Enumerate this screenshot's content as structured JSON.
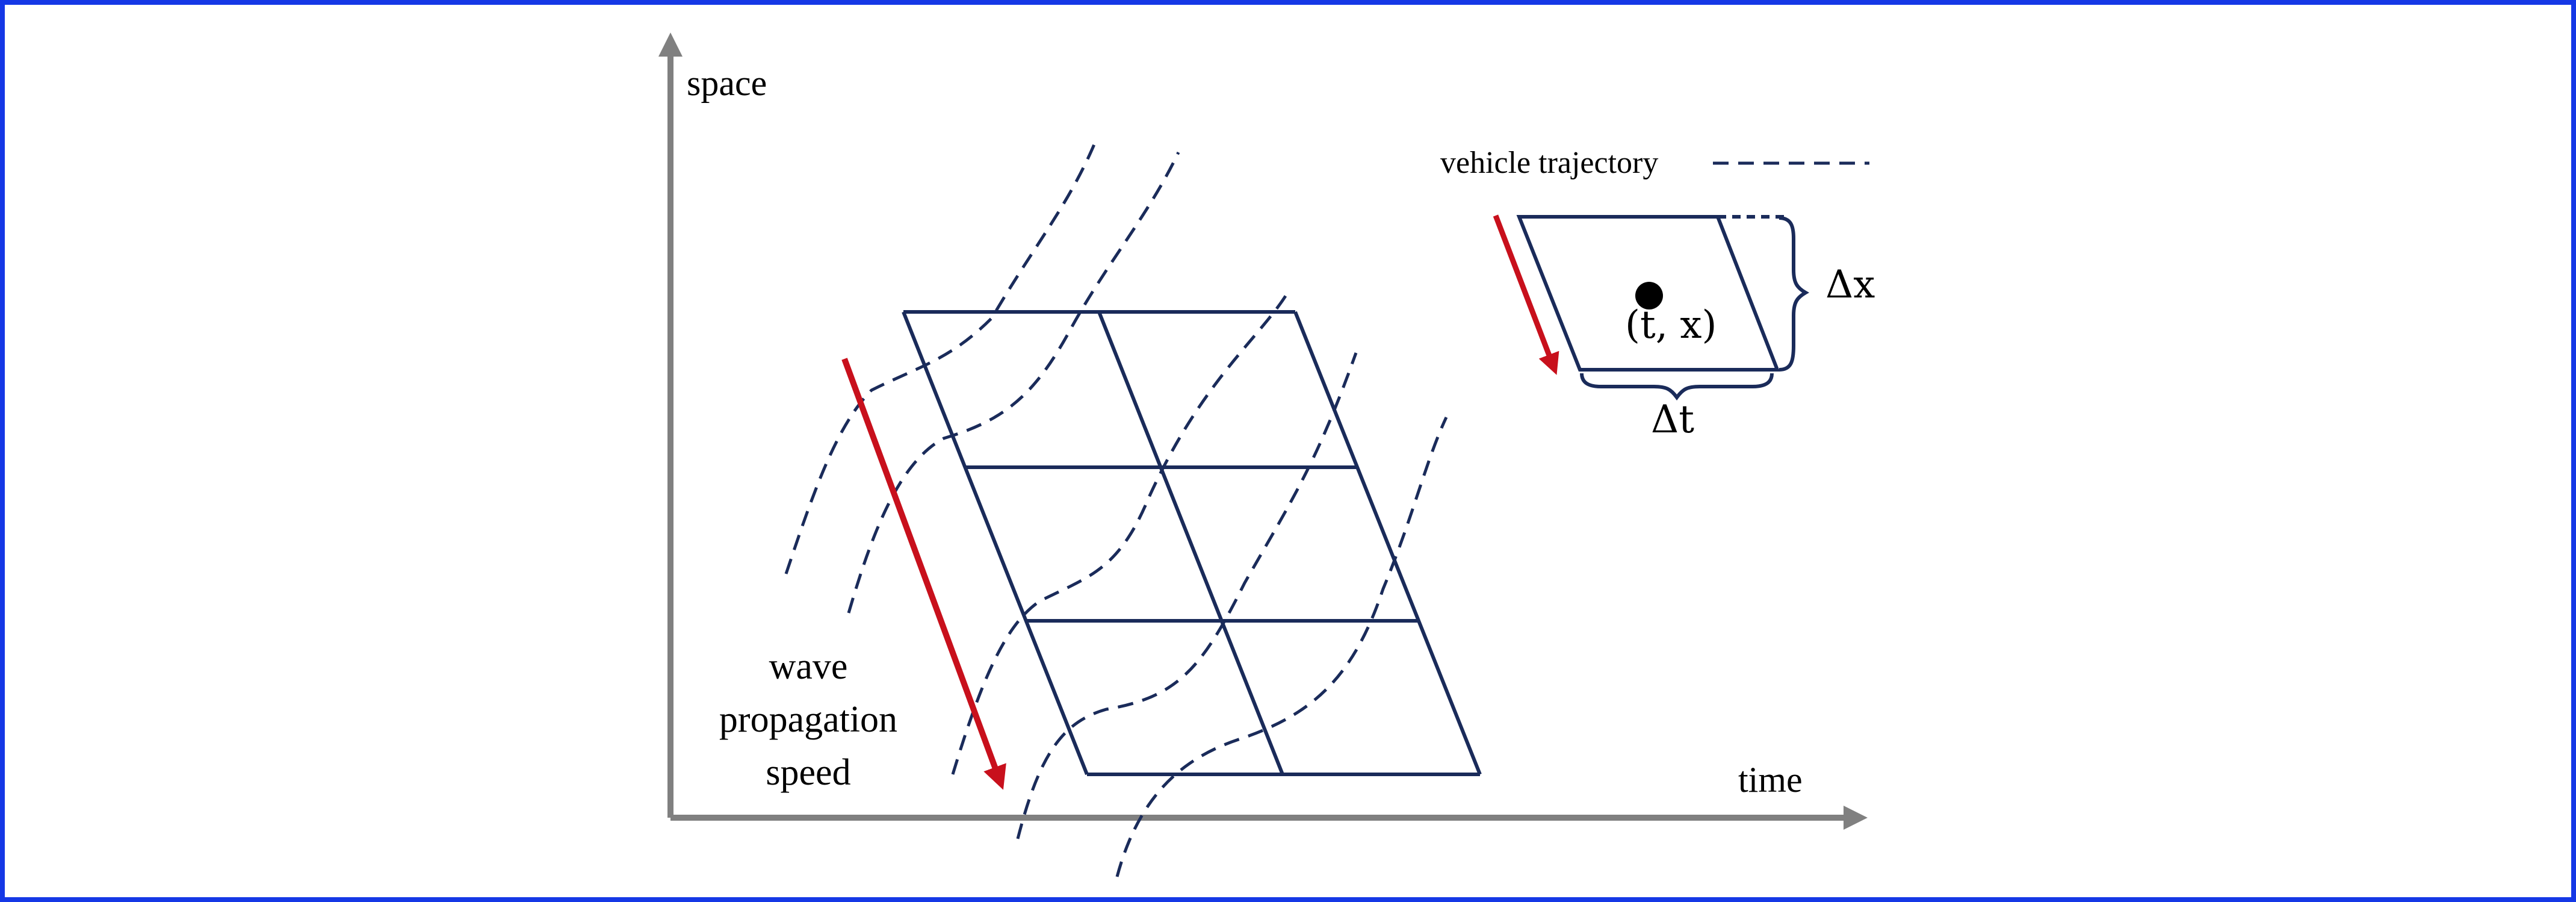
{
  "axes": {
    "y_label": "space",
    "x_label": "time"
  },
  "annotations": {
    "wave_label": "wave propagation speed"
  },
  "legend": {
    "trajectory_label": "vehicle trajectory"
  },
  "inset": {
    "point_label": "(t, x)",
    "dt_label": "Δt",
    "dx_label": "Δx"
  },
  "colors": {
    "frame": "#1538e6",
    "grid": "#1a2b5a",
    "trajectory": "#1a2b5a",
    "wave_arrow": "#c8101c",
    "axis": "#808080"
  }
}
